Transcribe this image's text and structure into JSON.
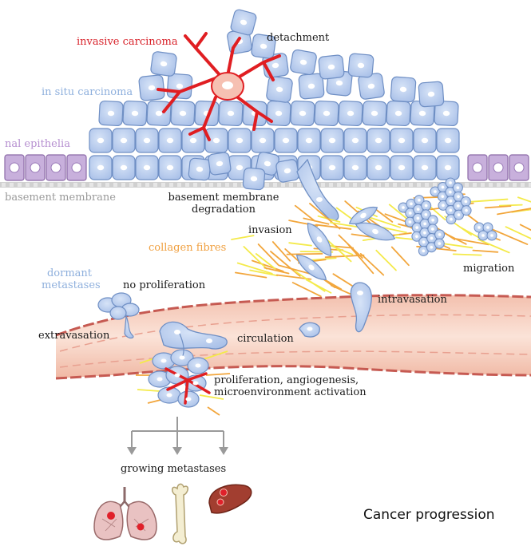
{
  "labels": {
    "invasive_carcinoma": "invasive carcinoma",
    "detachment": "detachment",
    "in_situ_carcinoma": "in situ carcinoma",
    "normal_epithelia": "nal epithelia",
    "basement_membrane": "basement membrane",
    "bm_degradation_line1": "basement membrane",
    "bm_degradation_line2": "degradation",
    "invasion": "invasion",
    "collagen_fibres": "collagen fibres",
    "migration": "migration",
    "dormant_line1": "dormant",
    "dormant_line2": "metastases",
    "no_proliferation": "no proliferation",
    "intravasation": "intravasation",
    "extravasation": "extravasation",
    "circulation": "circulation",
    "proliferation_line1": "proliferation,  angiogenesis,",
    "proliferation_line2": "microenvironment activation",
    "growing_metastases": "growing metastases",
    "caption": "Cancer progression"
  },
  "colors": {
    "cell_fill": "#b9cdee",
    "cell_stroke": "#6f8fc4",
    "nucleus": "#ffffff",
    "epithelia_fill": "#c8b0dc",
    "epithelia_stroke": "#8c6aa8",
    "membrane": "#c8c8c8",
    "invasive_red": "#e01e22",
    "invasive_core": "#f6c0b2",
    "collagen_orange": "#f2a63c",
    "collagen_yellow": "#f4ea4a",
    "vessel_fill": "#f7d2c4",
    "vessel_wall": "#c9605a",
    "arrow_grey": "#9a9a9a",
    "organ_lung": "#e8bcbc",
    "organ_bone": "#f2ecd0",
    "organ_liver": "#9c3c30",
    "metastasis_dot": "#e0202a"
  },
  "icons": [
    "lungs-icon",
    "bone-icon",
    "liver-icon"
  ]
}
